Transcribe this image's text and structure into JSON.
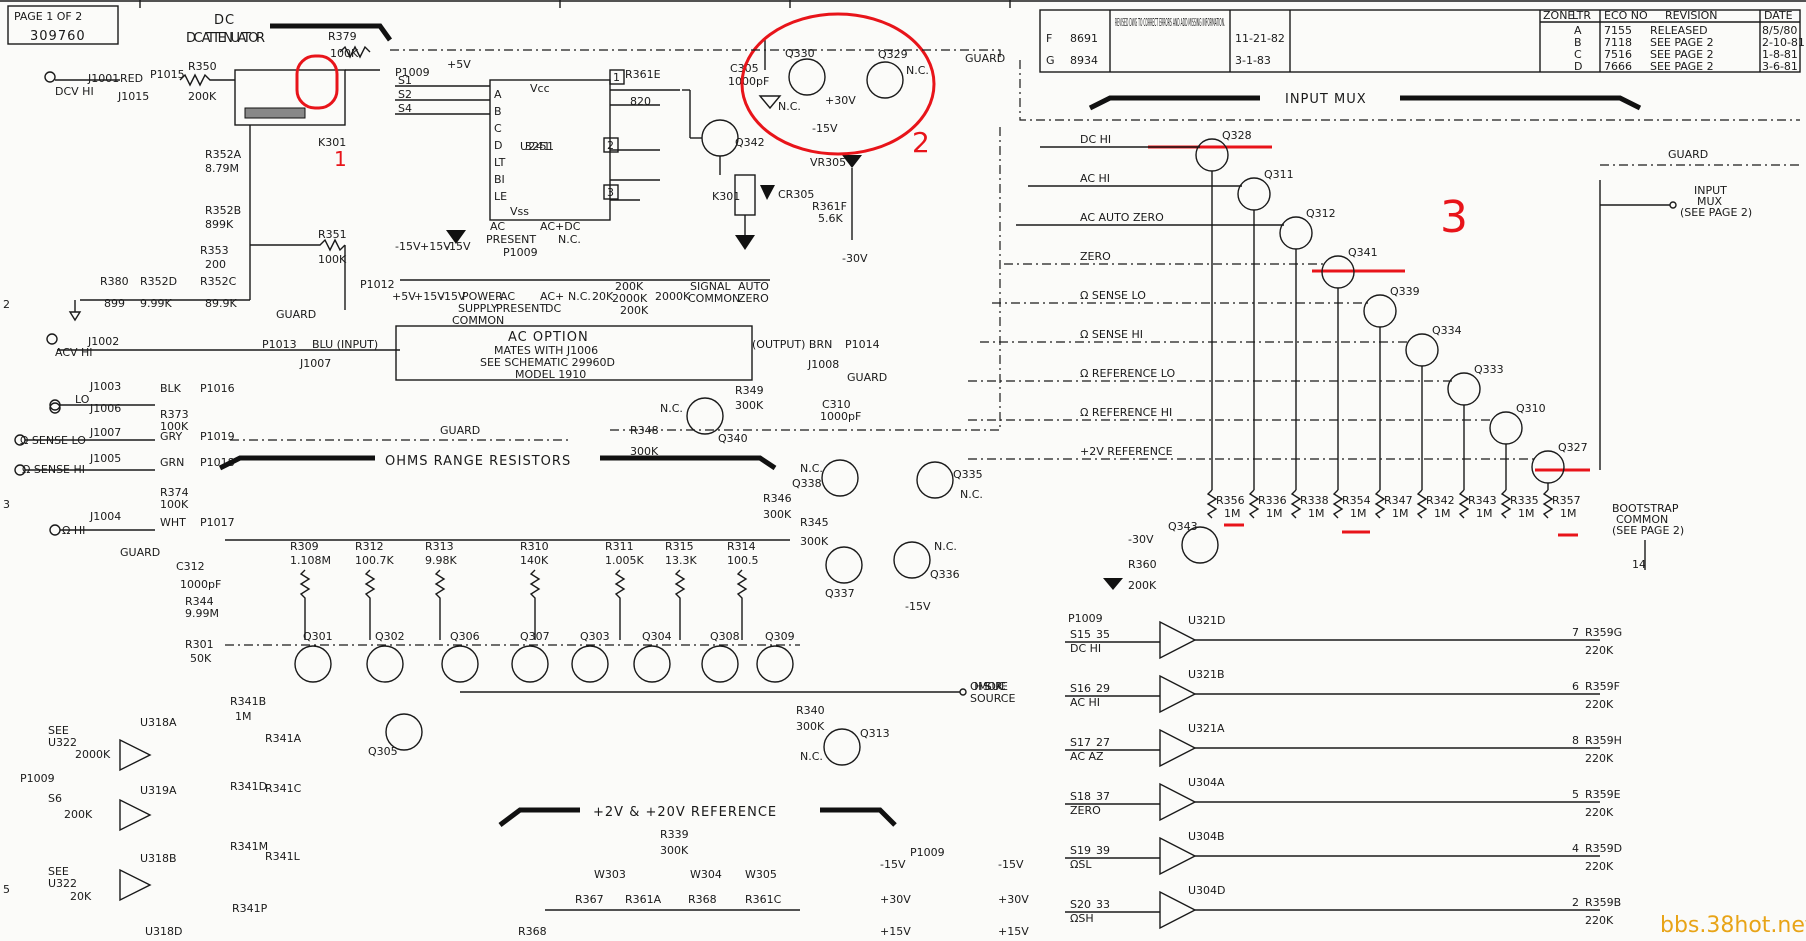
{
  "sheet": {
    "page_label": "PAGE 1 OF 2",
    "drawing_number": "309760",
    "watermark": "bbs.38hot.net"
  },
  "title_block": {
    "revision_note": "REVISED DWG TO CORRECT ERRORS AND ADD MISSING INFORMATION.",
    "rev_rows": [
      {
        "zone": "F",
        "ecn": "8691",
        "date": "11-21-82"
      },
      {
        "zone": "G",
        "ecn": "8934",
        "date": "3-1-83"
      }
    ],
    "rev_table": [
      {
        "ltr": "A",
        "ecn": "7155",
        "desc": "RELEASED",
        "date": "8/5/80"
      },
      {
        "ltr": "B",
        "ecn": "7118",
        "desc": "SEE PAGE 2",
        "date": "2-10-81"
      },
      {
        "ltr": "C",
        "ecn": "7516",
        "desc": "SEE PAGE 2",
        "date": "1-8-81"
      },
      {
        "ltr": "D",
        "ecn": "7666",
        "desc": "SEE PAGE 2",
        "date": "3-6-81"
      }
    ],
    "header_zone": "ZONE",
    "header_ltr": "LTR",
    "header_ecn": "ECO NO",
    "header_rev": "REVISION",
    "header_date": "DATE"
  },
  "sections": {
    "dc_attenuator": "DC ATTENUATOR",
    "input_mux": "INPUT MUX",
    "ohms_range": "OHMS RANGE RESISTORS",
    "reference": "+2V & +20V REFERENCE",
    "ac_option": [
      "AC OPTION",
      "MATES WITH J1006",
      "SEE SCHEMATIC 29960D",
      "MODEL 1910"
    ],
    "bootstrap": [
      "BOOTSTRAP",
      "COMMON",
      "(SEE PAGE 2)"
    ],
    "input_mux_out": [
      "INPUT",
      "MUX",
      "(SEE PAGE 2)"
    ]
  },
  "inputs": {
    "dcv_hi": "DCV HI",
    "acv_hi": "ACV HI",
    "lo": "LO",
    "sense_lo": "Ω SENSE LO",
    "sense_hi": "Ω SENSE HI",
    "ohm_hi": "Ω HI",
    "guard": "GUARD",
    "ohms_source": "OHMS SOURCE"
  },
  "mux_lines": [
    "DC HI",
    "AC HI",
    "AC AUTO ZERO",
    "ZERO",
    "Ω SENSE LO",
    "Ω SENSE HI",
    "Ω REFERENCE LO",
    "Ω REFERENCE HI",
    "+2V REFERENCE"
  ],
  "mux_fets": [
    "Q328",
    "Q311",
    "Q312",
    "Q341",
    "Q339",
    "Q334",
    "Q333",
    "Q310",
    "Q327"
  ],
  "mux_resistors": [
    {
      "name": "R356",
      "value": "1M"
    },
    {
      "name": "R336",
      "value": "1M"
    },
    {
      "name": "R338",
      "value": "1M"
    },
    {
      "name": "R354",
      "value": "1M"
    },
    {
      "name": "R347",
      "value": "1M"
    },
    {
      "name": "R342",
      "value": "1M"
    },
    {
      "name": "R343",
      "value": "1M"
    },
    {
      "name": "R335",
      "value": "1M"
    },
    {
      "name": "R357",
      "value": "1M"
    }
  ],
  "driver_opamps": [
    {
      "pin": "35",
      "name": "DC HI",
      "amp": "U321D",
      "res": "R359G",
      "val": "220K",
      "n": "7"
    },
    {
      "pin": "29",
      "name": "AC HI",
      "amp": "U321B",
      "res": "R359F",
      "val": "220K",
      "n": "6"
    },
    {
      "pin": "27",
      "name": "AC AZ",
      "amp": "U321A",
      "res": "R359H",
      "val": "220K",
      "n": "8"
    },
    {
      "pin": "37",
      "name": "ZERO",
      "amp": "U304A",
      "res": "R359E",
      "val": "220K",
      "n": "5"
    },
    {
      "pin": "39",
      "name": "ΩSL",
      "amp": "U304B",
      "res": "R359D",
      "val": "220K",
      "n": "4"
    },
    {
      "pin": "33",
      "name": "ΩSH",
      "amp": "U304D",
      "res": "R359B",
      "val": "220K",
      "n": "2"
    }
  ],
  "ohms_resistors": [
    {
      "name": "R309",
      "value": "1.108M"
    },
    {
      "name": "R312",
      "value": "100.7K"
    },
    {
      "name": "R313",
      "value": "9.98K"
    },
    {
      "name": "R310",
      "value": "140K"
    },
    {
      "name": "R311",
      "value": "1.005K"
    },
    {
      "name": "R315",
      "value": "13.3K"
    },
    {
      "name": "R314",
      "value": "100.5"
    }
  ],
  "ohms_fets": [
    "Q301",
    "Q302",
    "Q306",
    "Q307",
    "Q303",
    "Q304",
    "Q308",
    "Q309"
  ],
  "attenuator_parts": [
    "R379 100K",
    "R350 200K",
    "R352A 8.79M",
    "R352B 899K",
    "R353 200",
    "R351 100K",
    "R380 899",
    "R352D 9.99K",
    "R352C 89.9K",
    "K301"
  ],
  "logic": {
    "chip": "U322 4511",
    "pins_left": [
      "A",
      "B",
      "C",
      "D",
      "LT",
      "BI",
      "LE"
    ],
    "vcc": "Vcc",
    "vss": "Vss",
    "connector": "P1009",
    "bottom_labels": [
      "POWER SUPPLY COMMON",
      "AC PRESENT",
      "AC+ DC",
      "N.C.",
      "20K",
      "200K",
      "2000K",
      "2000K",
      "SIGNAL COMMON",
      "AUTO ZERO"
    ]
  },
  "relay_driver": [
    "C305 1000pF",
    "Q330",
    "Q329",
    "Q342",
    "R361E 820",
    "VR305",
    "R361F 5.6K",
    "CR305",
    "K301"
  ],
  "annotations": {
    "mark1": "1",
    "mark2": "2",
    "mark3": "3"
  },
  "reference_parts": [
    "R339 300K",
    "P1009",
    "W303",
    "W304",
    "W305",
    "R367",
    "R361A",
    "R368",
    "R361C"
  ],
  "power_rails": [
    "-15V",
    "+30V",
    "+15V"
  ]
}
